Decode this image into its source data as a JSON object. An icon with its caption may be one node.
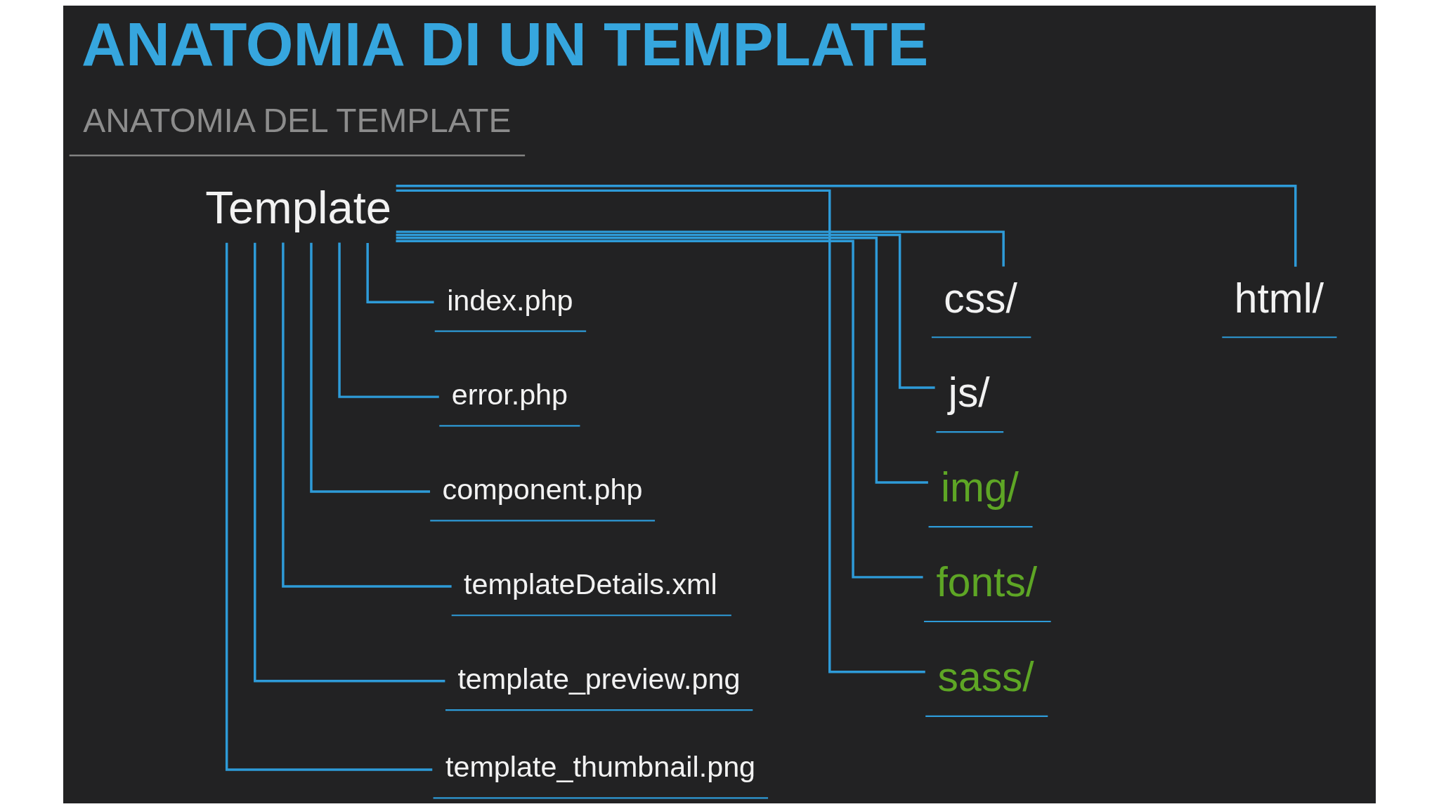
{
  "diagram": {
    "title": "ANATOMIA DI UN TEMPLATE",
    "nodes": [
      {
        "text": [
          "Template"
        ]
      },
      {
        "text": [
          "index.php"
        ]
      },
      {
        "text": [
          "error.php"
        ]
      },
      {
        "text": [
          "component.php"
        ]
      },
      {
        "text": [
          "templateDetails.xml"
        ]
      },
      {
        "text": [
          "template_preview.png"
        ]
      },
      {
        "text": [
          "template_thumbnail.png"
        ]
      },
      {
        "text": [
          "css/"
        ]
      },
      {
        "text": [
          "js/"
        ]
      },
      {
        "text": [
          "img/"
        ]
      },
      {
        "text": [
          "fonts/"
        ]
      },
      {
        "text": [
          "sass/"
        ]
      },
      {
        "text": [
          "html/"
        ]
      }
    ],
    "edges": [
      {
        "from": 0,
        "to": 1,
        "arrow": "none"
      },
      {
        "from": 0,
        "to": 2,
        "arrow": "none"
      },
      {
        "from": 0,
        "to": 3,
        "arrow": "none"
      },
      {
        "from": 0,
        "to": 4,
        "arrow": "none"
      },
      {
        "from": 0,
        "to": 5,
        "arrow": "none"
      },
      {
        "from": 0,
        "to": 6,
        "arrow": "none"
      },
      {
        "from": 0,
        "to": 7,
        "arrow": "none"
      },
      {
        "from": 0,
        "to": 8,
        "arrow": "none"
      },
      {
        "from": 0,
        "to": 9,
        "arrow": "none"
      },
      {
        "from": 0,
        "to": 10,
        "arrow": "none"
      },
      {
        "from": 0,
        "to": 11,
        "arrow": "none"
      },
      {
        "from": 0,
        "to": 12,
        "arrow": "none"
      }
    ],
    "labels": [
      "ANATOMIA DEL TEMPLATE"
    ]
  }
}
